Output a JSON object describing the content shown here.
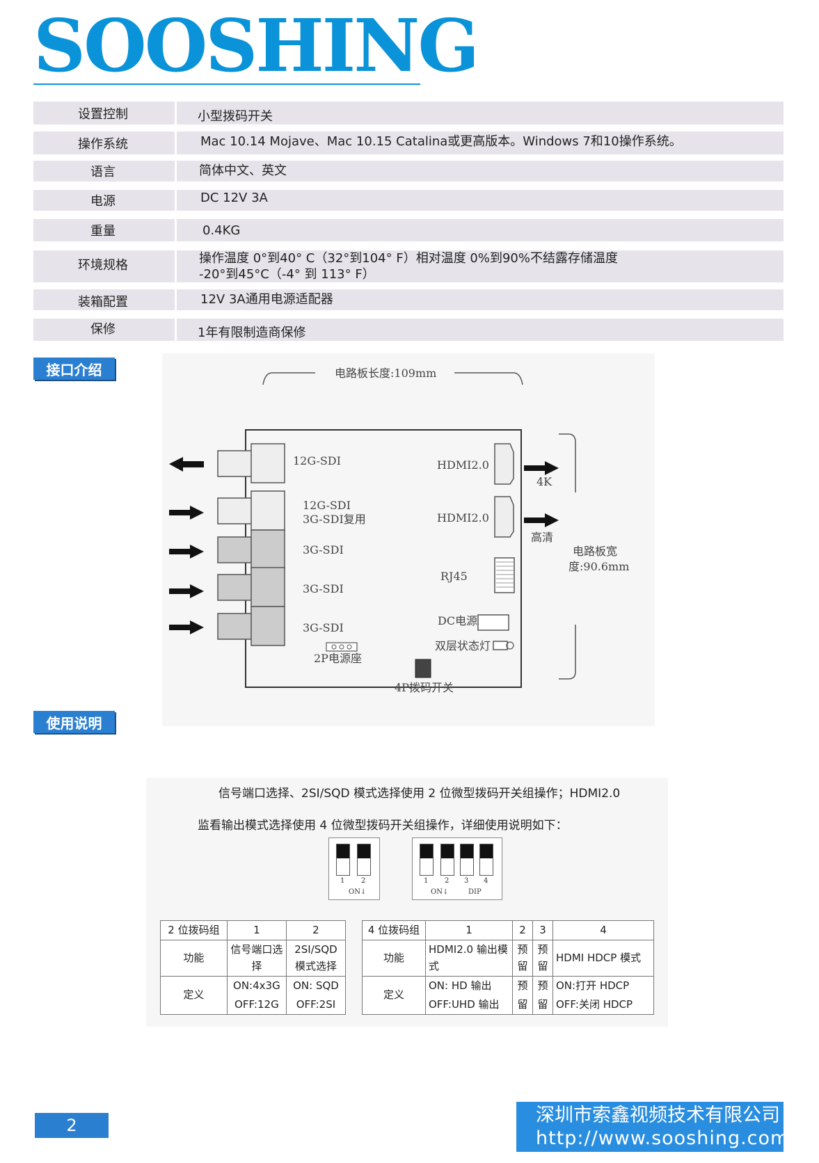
{
  "brand": {
    "logo": "SOOSHING",
    "color": "#0a93d8"
  },
  "specs": [
    {
      "label": "设置控制",
      "value": "小型拨码开关"
    },
    {
      "label": "操作系统",
      "value": "Mac 10.14 Mojave、Mac 10.15 Catalina或更高版本。Windows 7和10操作系统。"
    },
    {
      "label": "语言",
      "value": "简体中文、英文"
    },
    {
      "label": "电源",
      "value": "DC 12V 3A"
    },
    {
      "label": "重量",
      "value": "0.4KG"
    },
    {
      "label": "环境规格",
      "value_line1": "操作温度 0°到40° C（32°到104° F）相对温度 0%到90%不结露存储温度",
      "value_line2": "-20°到45°C（-4° 到 113° F）"
    },
    {
      "label": "装箱配置",
      "value": "12V 3A通用电源适配器"
    },
    {
      "label": "保修",
      "value": "1年有限制造商保修"
    }
  ],
  "sections": {
    "interface": "接口介绍",
    "usage": "使用说明"
  },
  "diagram": {
    "length_label": "电路板长度:109mm",
    "width_label_1": "电路板宽",
    "width_label_2": "度:90.6mm",
    "left_ports": [
      "12G-SDI",
      "12G-SDI",
      "3G-SDI复用",
      "3G-SDI",
      "3G-SDI",
      "3G-SDI"
    ],
    "right_ports": [
      "HDMI2.0",
      "HDMI2.0",
      "RJ45",
      "DC电源",
      "双层状态灯"
    ],
    "out_labels": [
      "4K",
      "高清"
    ],
    "power_socket": "2P电源座",
    "dip_switch": "4P拨码开关"
  },
  "usage": {
    "line1": "信号端口选择、2SI/SQD 模式选择使用 2 位微型拨码开关组操作；HDMI2.0",
    "line2": "监看输出模式选择使用 4 位微型拨码开关组操作，详细使用说明如下：",
    "dip2": {
      "nums": [
        "1",
        "2"
      ],
      "on": "ON↓"
    },
    "dip4": {
      "nums": [
        "1",
        "2",
        "3",
        "4"
      ],
      "on": "ON↓",
      "dip": "DIP"
    },
    "table2": {
      "header": [
        "2 位拨码组",
        "1",
        "2"
      ],
      "func_label": "功能",
      "func": [
        "信号端口选择",
        "2SI/SQD模式选择"
      ],
      "def_label": "定义",
      "def_on": [
        "ON:4x3G",
        "ON: SQD"
      ],
      "def_off": [
        "OFF:12G",
        "OFF:2SI"
      ]
    },
    "table4": {
      "header": [
        "4 位拨码组",
        "1",
        "2",
        "3",
        "4"
      ],
      "func_label": "功能",
      "func": [
        "HDMI2.0 输出模式",
        "预留",
        "预留",
        "HDMI HDCP 模式"
      ],
      "def_label": "定义",
      "def_on": [
        "ON: HD 输出",
        "预",
        "预",
        "ON:打开 HDCP"
      ],
      "def_off": [
        "OFF:UHD 输出",
        "留",
        "留",
        "OFF:关闭 HDCP"
      ]
    }
  },
  "footer": {
    "page": "2",
    "company": "深圳市索鑫视频技术有限公司",
    "url": "http://www.sooshing.com"
  }
}
